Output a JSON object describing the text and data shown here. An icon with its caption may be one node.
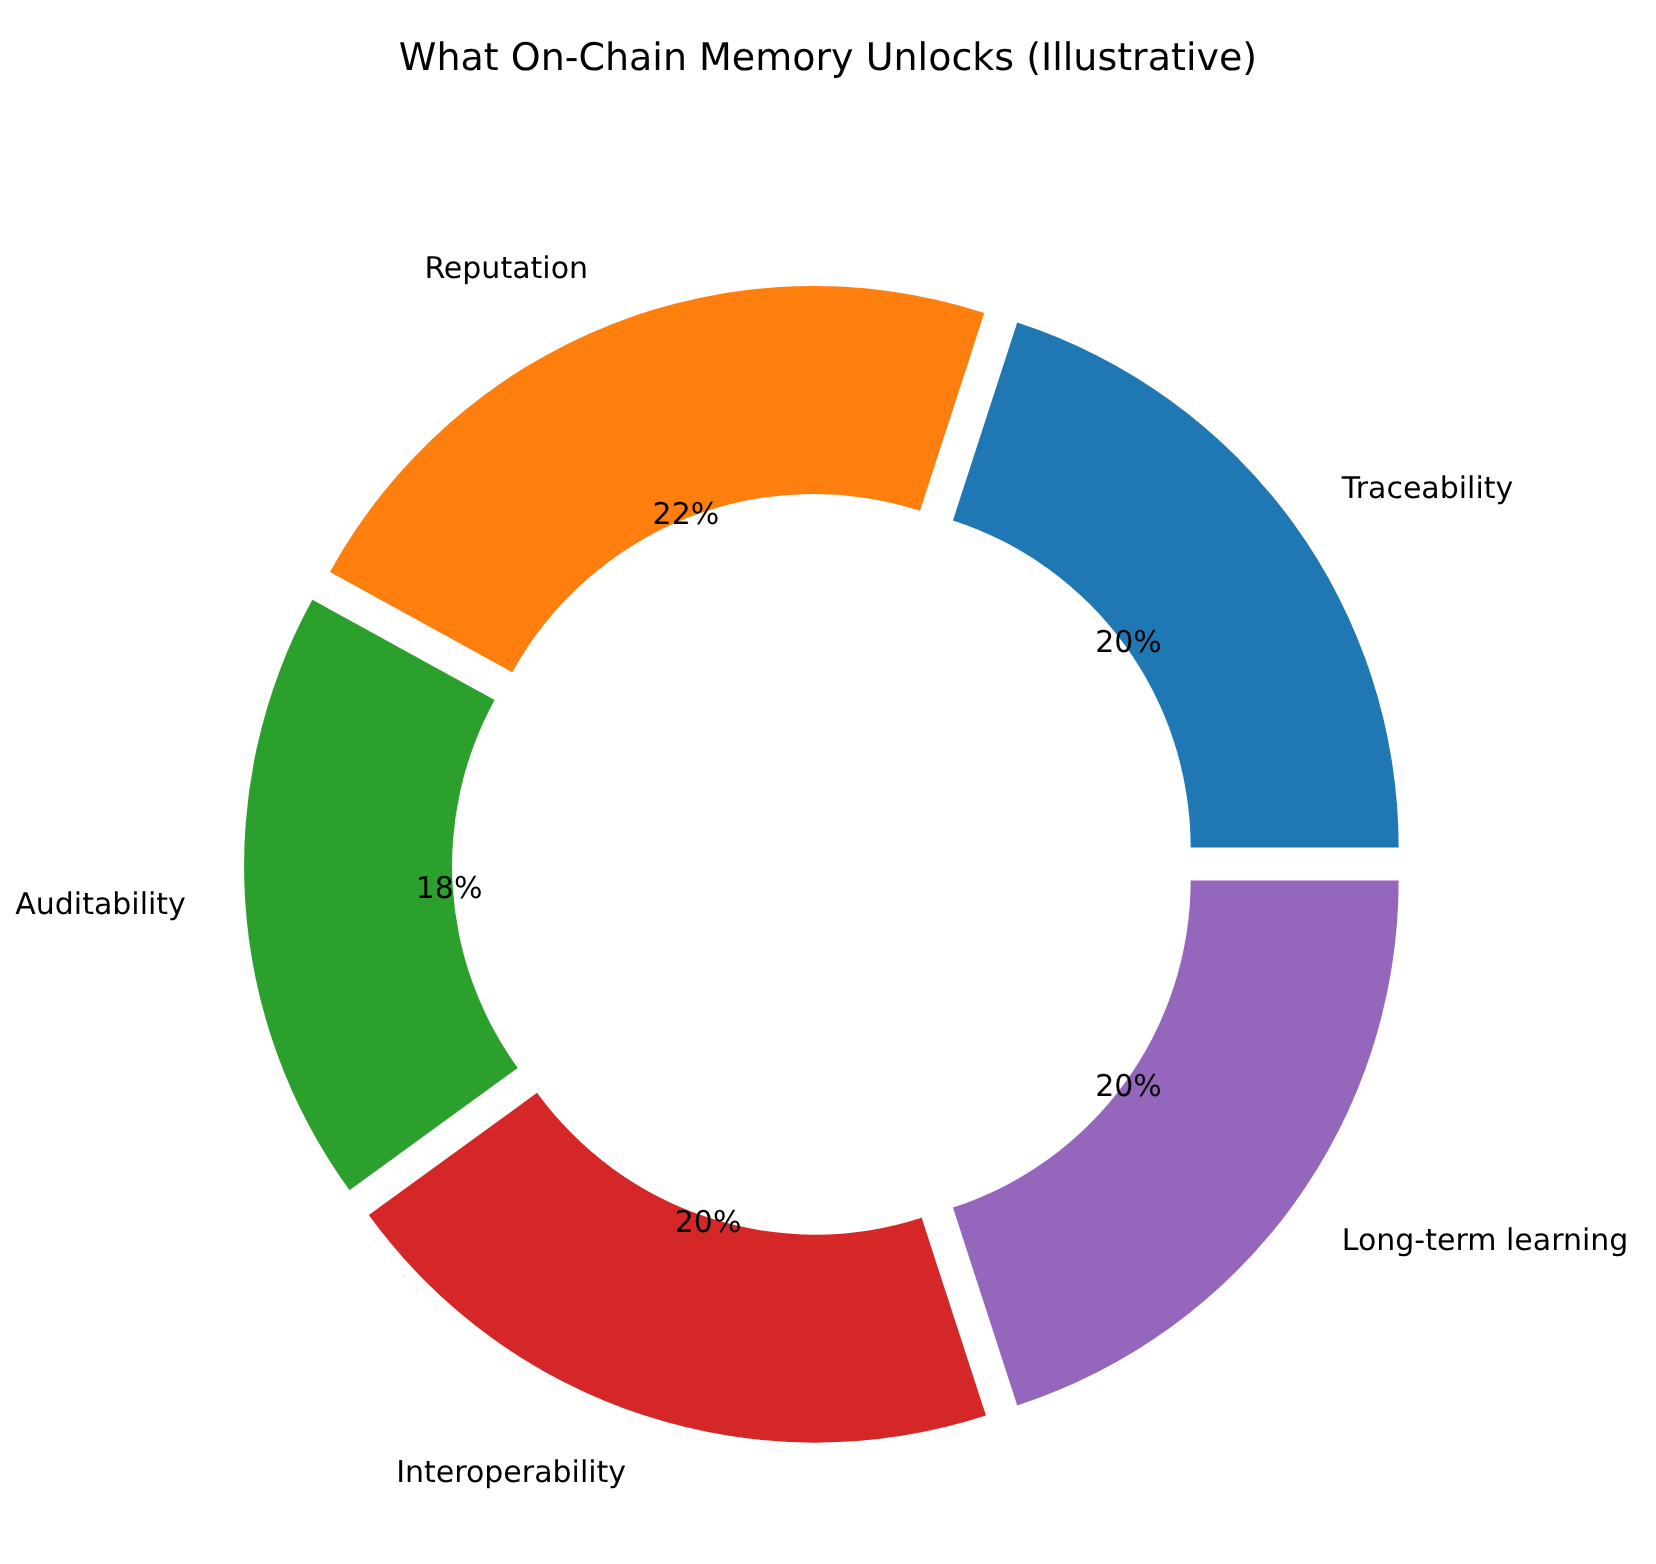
{
  "diagram": {
    "title": "What On-Chain Memory Unlocks (Illustrative)",
    "chart_data": {
      "type": "donut",
      "categories": [
        "Traceability",
        "Reputation",
        "Auditability",
        "Interoperability",
        "Long-term learning"
      ],
      "values": [
        20,
        22,
        18,
        20,
        20
      ],
      "value_labels": [
        "20%",
        "22%",
        "18%",
        "20%",
        "20%"
      ],
      "data_labels": true
    }
  }
}
